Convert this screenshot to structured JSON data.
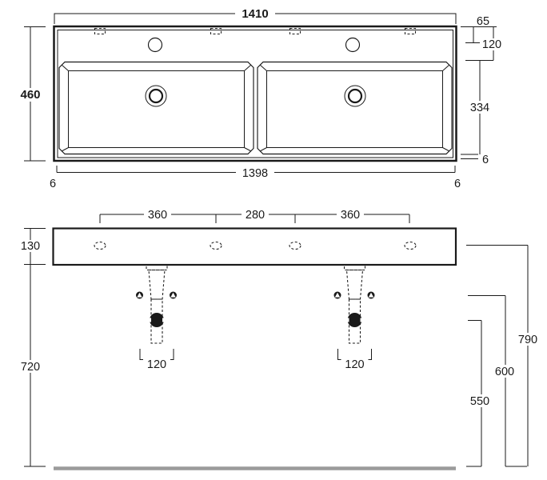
{
  "drawing": {
    "type": "double washbasin technical drawing",
    "top_view": {
      "overall_width": "1410",
      "overall_depth": "460",
      "faucet_offset": "65",
      "deck_depth": "120",
      "basin_depth": "334",
      "rim_edge_gap": "6",
      "inner_width": "1398",
      "inner_gap_left": "6",
      "inner_gap_right": "6"
    },
    "front_view": {
      "tap_span_left": "360",
      "tap_span_center": "280",
      "tap_span_right": "360",
      "apron_height": "130",
      "underside_height": "720",
      "tap_hole_height": "790",
      "fixing_height": "600",
      "waste_height": "550",
      "waste_span_left": "120",
      "waste_span_right": "120"
    },
    "colors": {
      "line": "#1a1a1a",
      "floor": "#9b9b9b",
      "background": "#ffffff"
    }
  }
}
